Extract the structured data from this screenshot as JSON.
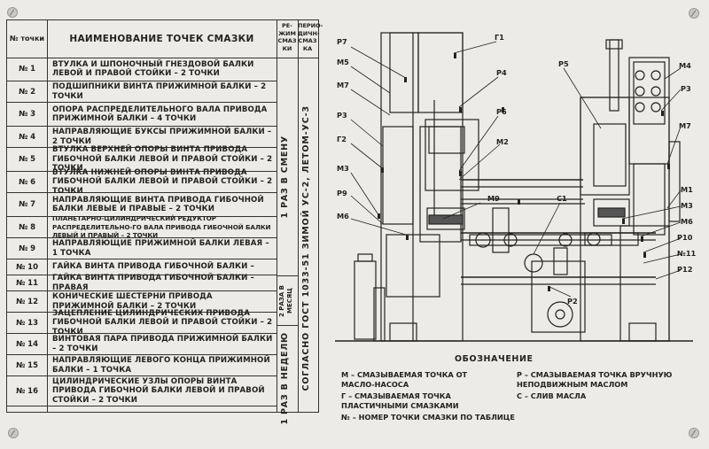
{
  "header": {
    "num": "№ точки",
    "name": "НАИМЕНОВАНИЕ ТОЧЕК СМАЗКИ",
    "mode": "РЕ-ЖИМ СМАЗ КИ",
    "periodic": "ПЕРИО-ДИЧН-СМАЗ КА"
  },
  "rows": [
    {
      "num": "№ 1",
      "text": "ВТУЛКА И ШПОНОЧНЫЙ ГНЕЗДОВОЙ БАЛКИ ЛЕВОЙ И ПРАВОЙ СТОЙКИ – 2 ТОЧКИ"
    },
    {
      "num": "№ 2",
      "text": "ПОДШИПНИКИ ВИНТА ПРИЖИМНОЙ БАЛКИ – 2 ТОЧКИ"
    },
    {
      "num": "№ 3",
      "text": "ОПОРА РАСПРЕДЕЛИТЕЛЬНОГО ВАЛА ПРИВОДА ПРИЖИМНОЙ БАЛКИ – 4 ТОЧКИ"
    },
    {
      "num": "№ 4",
      "text": "НАПРАВЛЯЮЩИЕ БУКСЫ ПРИЖИМНОЙ БАЛКИ – 2 ТОЧКИ"
    },
    {
      "num": "№ 5",
      "text": "ВТУЛКА ВЕРХНЕЙ ОПОРЫ ВИНТА ПРИВОДА ГИБОЧНОЙ БАЛКИ ЛЕВОЙ И ПРАВОЙ СТОЙКИ – 2 ТОЧКИ"
    },
    {
      "num": "№ 6",
      "text": "ВТУЛКА НИЖНЕЙ ОПОРЫ ВИНТА ПРИВОДА ГИБОЧНОЙ БАЛКИ ЛЕВОЙ И ПРАВОЙ СТОЙКИ – 2 ТОЧКИ"
    },
    {
      "num": "№ 7",
      "text": "НАПРАВЛЯЮЩИЕ ВИНТА ПРИВОДА ГИБОЧНОЙ БАЛКИ ЛЕВЫЕ И ПРАВЫЕ – 2 ТОЧКИ"
    },
    {
      "num": "№ 8",
      "text": "ПЛАНЕТАРНО-ЦИЛИНДРИЧЕСКИЙ РЕДУКТОР РАСПРЕДЕЛИТЕЛЬНО-ГО ВАЛА ПРИВОДА ГИБОЧНОЙ БАЛКИ ЛЕВЫЙ И ПРАВЫЙ – 2 ТОЧКИ"
    },
    {
      "num": "№ 9",
      "text": "НАПРАВЛЯЮЩИЕ ПРИЖИМНОЙ БАЛКИ ЛЕВАЯ – 1 ТОЧКА"
    },
    {
      "num": "№ 10",
      "text": "ГАЙКА ВИНТА ПРИВОДА ГИБОЧНОЙ БАЛКИ –"
    },
    {
      "num": "№ 11",
      "text": "ГАЙКА ВИНТА ПРИВОДА ГИБОЧНОЙ БАЛКИ – ПРАВАЯ"
    },
    {
      "num": "№ 12",
      "text": "КОНИЧЕСКИЕ ШЕСТЕРНИ ПРИВОДА ПРИЖИМНОЙ БАЛКИ – 2 ТОЧКИ"
    },
    {
      "num": "№ 13",
      "text": "ЗАЦЕПЛЕНИЕ ЦИЛИНДРИЧЕСКИХ ПРИВОДА ГИБОЧНОЙ БАЛКИ ЛЕВОЙ И ПРАВОЙ СТОЙКИ – 2 ТОЧКИ"
    },
    {
      "num": "№ 14",
      "text": "ВИНТОВАЯ ПАРА ПРИВОДА ПРИЖИМНОЙ БАЛКИ – 2 ТОЧКИ"
    },
    {
      "num": "№ 15",
      "text": "НАПРАВЛЯЮЩИЕ ЛЕВОГО КОНЦА ПРИЖИМНОЙ БАЛКИ – 1 ТОЧКА"
    },
    {
      "num": "№ 16",
      "text": "ЦИЛИНДРИЧЕСКИЕ УЗЛЫ ОПОРЫ ВИНТА ПРИВОДА ГИБОЧНОЙ БАЛКИ ЛЕВОЙ И ПРАВОЙ СТОЙКИ – 2 ТОЧКИ"
    }
  ],
  "modes": {
    "per_shift": "1 РАЗ В СМЕНУ",
    "twice_month": "2 РАЗА В МЕСЯЦ",
    "per_week": "1 РАЗ В НЕДЕЛЮ"
  },
  "periodic_text": "СОГЛАСНО ГОСТ 1033-51 ЗИМОЙ УС-2, ЛЕТОМ-УС-3",
  "diagram_labels": {
    "p7": "P7",
    "m5": "M5",
    "m7l": "M7",
    "p3l": "P3",
    "g2": "Г2",
    "m3": "M3",
    "p9": "P9",
    "m6l": "M6",
    "g1": "Г1",
    "p4": "P4",
    "p6": "P6",
    "m2": "M2",
    "m9": "M9",
    "c1": "C1",
    "p2": "P2",
    "p5": "P5",
    "m4": "M4",
    "p3r": "P3",
    "m7r": "M7",
    "m1": "M1",
    "m3r": "M3",
    "m6r": "M6",
    "p10": "P10",
    "n11": "№11",
    "p12": "P12"
  },
  "legend": {
    "title": "ОБОЗНАЧЕНИЕ",
    "m": "M – СМАЗЫВАЕМАЯ ТОЧКА ОТ МАСЛО-НАСОСА",
    "p": "P – СМАЗЫВАЕМАЯ ТОЧКА ВРУЧНУЮ НЕПОДВИЖНЫМ МАСЛОМ",
    "g": "Г – СМАЗЫВАЕМАЯ ТОЧКА ПЛАСТИЧНЫМИ СМАЗКАМИ",
    "c": "С – СЛИВ МАСЛА",
    "n": "№ – НОМЕР ТОЧКИ СМАЗКИ ПО ТАБЛИЦЕ"
  }
}
